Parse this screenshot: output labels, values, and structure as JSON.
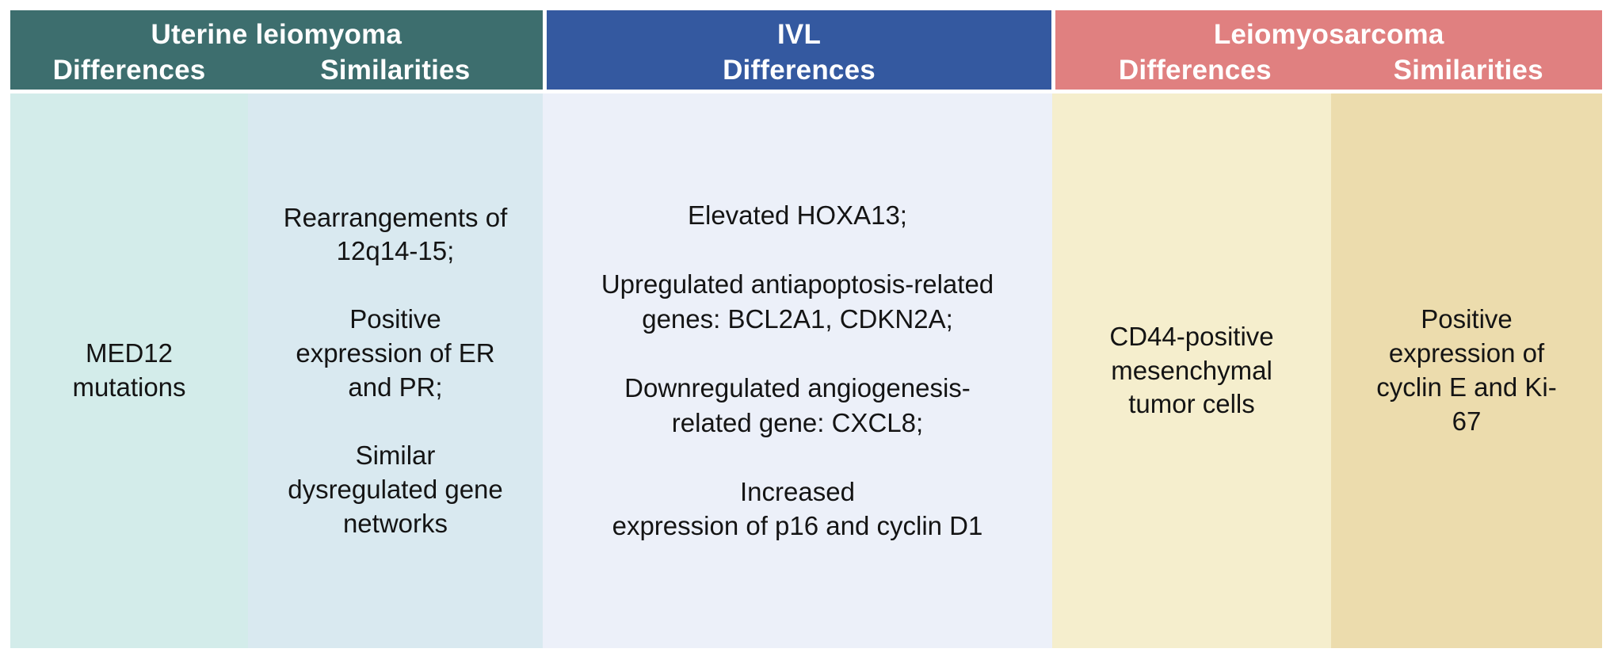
{
  "figure": {
    "type": "comparison-table",
    "colors": {
      "header_uterine_leiomyoma": "#3d6e6e",
      "header_ivl": "#3459a0",
      "header_leiomyosarcoma": "#e08080",
      "body_uterine_differences": "#d3ecea",
      "body_uterine_similarities": "#d9e9f0",
      "body_ivl_differences": "#ecf0f9",
      "body_lms_differences": "#f5eecd",
      "body_lms_similarities": "#ecdcad",
      "header_text": "#ffffff",
      "body_text": "#141414"
    }
  },
  "groups": [
    {
      "id": "uterine-leiomyoma",
      "title": "Uterine leiomyoma",
      "columns": [
        {
          "id": "uterine-differences",
          "heading": "Differences",
          "body": "MED12\nmutations"
        },
        {
          "id": "uterine-similarities",
          "heading": "Similarities",
          "body": "Rearrangements of\n12q14-15;\n\nPositive\nexpression of ER\nand PR;\n\nSimilar\ndysregulated gene\nnetworks"
        }
      ]
    },
    {
      "id": "ivl",
      "title": "IVL",
      "columns": [
        {
          "id": "ivl-differences",
          "heading": "Differences",
          "body": "Elevated HOXA13;\n\nUpregulated antiapoptosis-related\ngenes:  BCL2A1, CDKN2A;\n\nDownregulated angiogenesis-\nrelated gene: CXCL8;\n\nIncreased\nexpression of p16 and cyclin D1"
        }
      ]
    },
    {
      "id": "leiomyosarcoma",
      "title": "Leiomyosarcoma",
      "columns": [
        {
          "id": "lms-differences",
          "heading": "Differences",
          "body": "CD44-positive\nmesenchymal\ntumor cells"
        },
        {
          "id": "lms-similarities",
          "heading": "Similarities",
          "body": "Positive\nexpression of\ncyclin E and Ki-\n67"
        }
      ]
    }
  ]
}
